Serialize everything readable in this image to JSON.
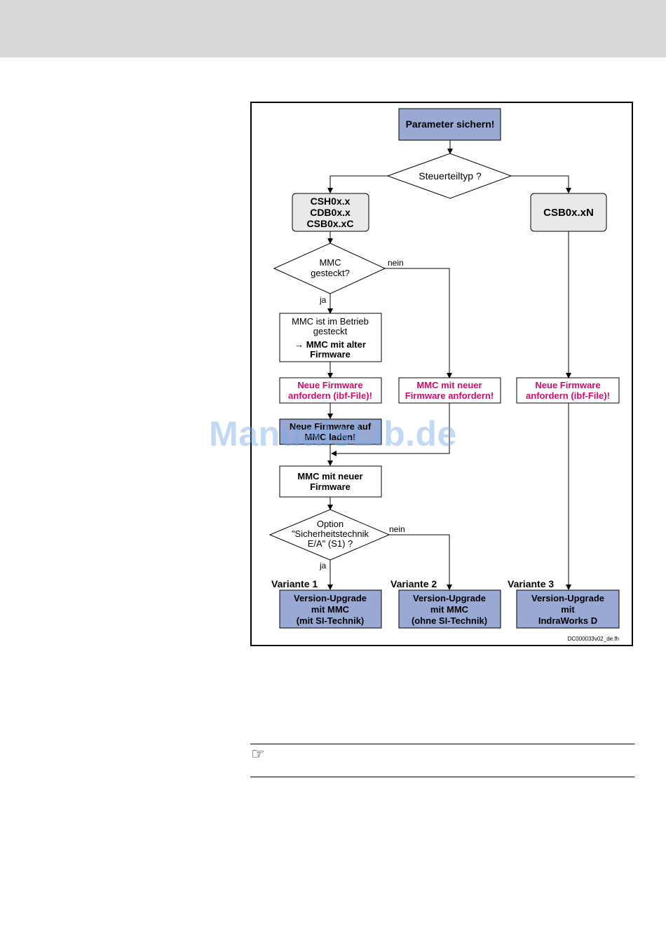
{
  "flowchart": {
    "start": "Parameter sichern!",
    "decision_controller": "Steuerteiltyp ?",
    "type_left": [
      "CSH0x.x",
      "CDB0x.x",
      "CSB0x.xC"
    ],
    "type_right": "CSB0x.xN",
    "decision_mmc": [
      "MMC",
      "gesteckt?"
    ],
    "label_ja": "ja",
    "label_nein": "nein",
    "mmc_in_operation": [
      "MMC ist im Betrieb",
      "gesteckt"
    ],
    "mmc_old_firmware": [
      "→ MMC mit alter",
      "Firmware"
    ],
    "request_firmware_left": [
      "Neue Firmware",
      "anfordern (ibf-File)!"
    ],
    "request_mmc_middle": [
      "MMC mit neuer",
      "Firmware anfordern!"
    ],
    "request_firmware_right": [
      "Neue Firmware",
      "anfordern (ibf-File)!"
    ],
    "copy_firmware": [
      "Neue Firmware auf",
      "MMC laden!"
    ],
    "mmc_new_firmware": [
      "MMC mit neuer",
      "Firmware"
    ],
    "decision_option": [
      "Option",
      "\"Sicherheitstechnik",
      "E/A\" (S1) ?"
    ],
    "variant1_title": "Variante 1",
    "variant2_title": "Variante 2",
    "variant3_title": "Variante 3",
    "variant1_box": [
      "Version-Upgrade",
      "mit MMC",
      "(mit SI-Technik)"
    ],
    "variant2_box": [
      "Version-Upgrade",
      "mit MMC",
      "(ohne SI-Technik)"
    ],
    "variant3_box": [
      "Version-Upgrade",
      "mit",
      "IndraWorks D"
    ],
    "figure_id": "DC000033v02_de.fh"
  },
  "note_icon": "pointing-hand-icon",
  "watermark": "ManualsLib.de",
  "colors": {
    "action_box": "#9aa9d4",
    "type_box": "#e9e9e9",
    "request_text": "#d10b6c",
    "header_bar": "#d7d7d7"
  }
}
